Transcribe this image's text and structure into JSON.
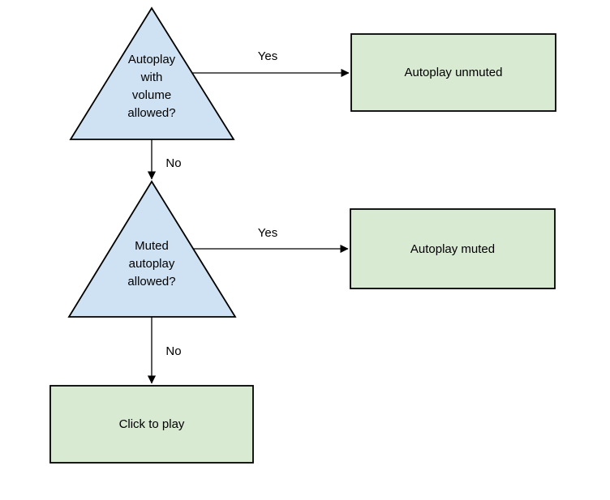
{
  "colors": {
    "background": "#ffffff",
    "decision_fill": "#cfe2f3",
    "outcome_fill": "#d9ead3",
    "shape_border": "#000000",
    "arrow": "#000000",
    "text": "#000000"
  },
  "nodes": {
    "decision1": {
      "label": "Autoplay with volume allowed?",
      "lines": [
        "Autoplay",
        "with",
        "volume",
        "allowed?"
      ]
    },
    "decision2": {
      "label": "Muted autoplay allowed?",
      "lines": [
        "Muted",
        "autoplay",
        "allowed?"
      ]
    },
    "outcome1": {
      "label": "Autoplay unmuted"
    },
    "outcome2": {
      "label": "Autoplay muted"
    },
    "outcome3": {
      "label": "Click to play"
    }
  },
  "edges": {
    "decision1_yes": {
      "label": "Yes"
    },
    "decision1_no": {
      "label": "No"
    },
    "decision2_yes": {
      "label": "Yes"
    },
    "decision2_no": {
      "label": "No"
    }
  }
}
